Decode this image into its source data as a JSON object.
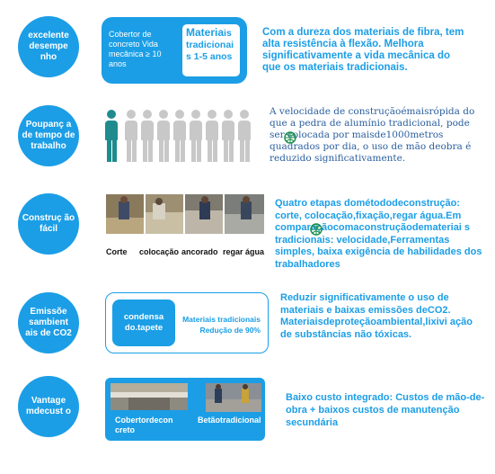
{
  "rows": [
    {
      "badge": "excelente desempe nho"
    },
    {
      "badge": "Poupanç a de tempo de trabalho"
    },
    {
      "badge": "Construç ão fácil"
    },
    {
      "badge": "Emissõe sambient ais de CO2"
    },
    {
      "badge": "Vantage mdecust o"
    }
  ],
  "performance": {
    "concrete_text": "Cobertor de concreto Vida mecânica ≥ 10 anos",
    "traditional_line1": "Materia",
    "traditional_line1_tail": "is",
    "traditional_rest": "tradicionai s 1-5 anos",
    "description": "Com a dureza dos materiais de fibra, tem alta resistência à flexão. Melhora significativamente a vida mecânica do que os materiais tradicionais."
  },
  "time": {
    "description": "A velocidade de construçãoémaisrópida do que a pedra de alumínio tradicional, pode ser colocada por maisde1000metros quadrados por dia, o uso de mão deobra é reduzido significativamente."
  },
  "construction": {
    "captions": [
      "Corte",
      "colocação",
      "ancorado",
      "regar água"
    ],
    "description": "Quatro etapas dométododeconstrução: corte, colocação,fixação,regar água.Em comparaçãocomaconstruçãodemateriai s tradicionais: velocidade,Ferramentas simples, baixa exigência de habilidades dos trabalhadores"
  },
  "emission": {
    "chip": "condensa do.tapete",
    "traditional": "Materiais tradicionais Redução de 90%",
    "description": "Reduzir significativamente o uso de materiais e baixas emissões deCO2. Materiaisdeproteçãoambiental,lixivi ação de substâncias não tóxicas."
  },
  "cost": {
    "caption_left": "Cobertordecon creto",
    "caption_right": "Betãotradicional",
    "description": "Baixo custo integrado: Custos de mão-de-obra + baixos custos de manutenção secundária"
  },
  "colors": {
    "accent": "#1b9ee6",
    "person_highlight": "#1f8b8e",
    "person_muted": "#c8c8c8"
  }
}
